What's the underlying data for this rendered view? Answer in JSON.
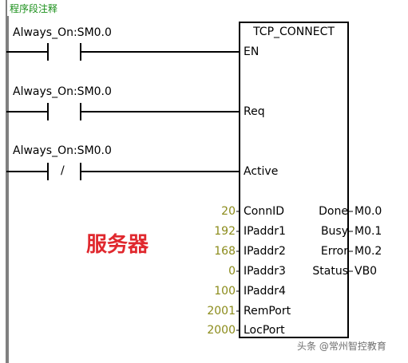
{
  "comment": "程序段注释",
  "contacts": [
    {
      "label": "Always_On:SM0.0",
      "type": "NO"
    },
    {
      "label": "Always_On:SM0.0",
      "type": "NO"
    },
    {
      "label": "Always_On:SM0.0",
      "type": "NC",
      "mark": "/"
    }
  ],
  "block": {
    "title": "TCP_CONNECT",
    "inputs": [
      {
        "pin": "EN",
        "value": ""
      },
      {
        "pin": "Req",
        "value": ""
      },
      {
        "pin": "Active",
        "value": ""
      },
      {
        "pin": "ConnID",
        "value": "20"
      },
      {
        "pin": "IPaddr1",
        "value": "192"
      },
      {
        "pin": "IPaddr2",
        "value": "168"
      },
      {
        "pin": "IPaddr3",
        "value": "0"
      },
      {
        "pin": "IPaddr4",
        "value": "100"
      },
      {
        "pin": "RemPort",
        "value": "2001"
      },
      {
        "pin": "LocPort",
        "value": "2000"
      }
    ],
    "outputs": [
      {
        "pin": "Done",
        "value": "M0.0"
      },
      {
        "pin": "Busy",
        "value": "M0.1"
      },
      {
        "pin": "Error",
        "value": "M0.2"
      },
      {
        "pin": "Status",
        "value": "VB0"
      }
    ]
  },
  "annotation": "服务器",
  "watermark": "头条 @常州智控教育",
  "colors": {
    "comment": "#1a8f1a",
    "values": "#8b8b1a",
    "annotation": "#e0282e",
    "lines": "#000000"
  }
}
